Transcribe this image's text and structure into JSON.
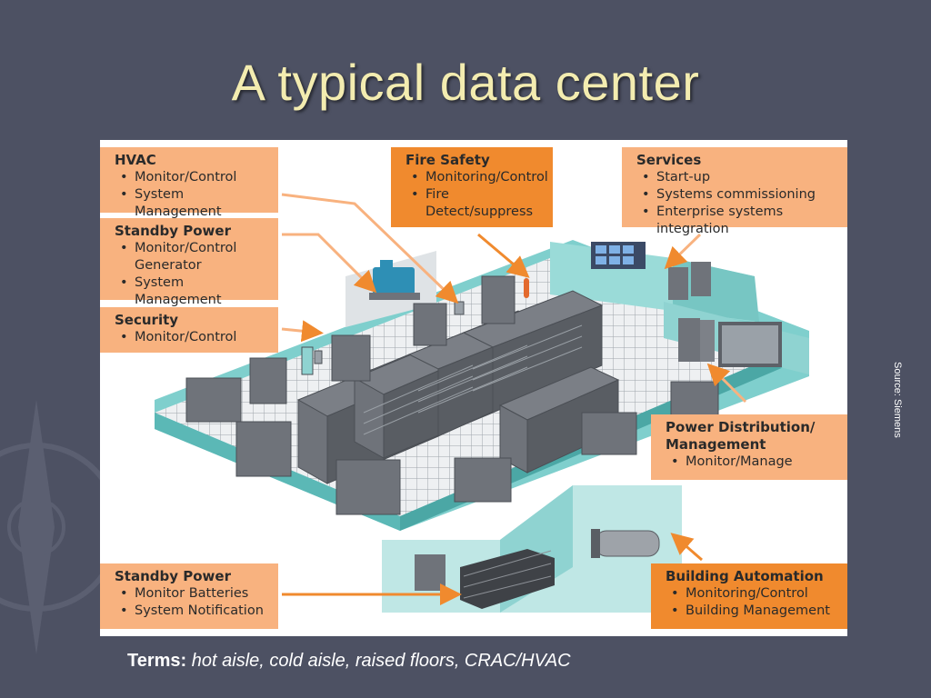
{
  "slide": {
    "title": "A typical data center",
    "source_label": "Source: Siemens",
    "terms_label": "Terms:",
    "terms_text": "hot aisle, cold aisle, raised floors, CRAC/HVAC"
  },
  "callouts": {
    "hvac": {
      "title": "HVAC",
      "items": [
        "Monitor/Control",
        "System Management"
      ]
    },
    "standby_power_top": {
      "title": "Standby Power",
      "items": [
        "Monitor/Control",
        "Generator",
        "System Management"
      ]
    },
    "security": {
      "title": "Security",
      "items": [
        "Monitor/Control"
      ]
    },
    "fire_safety": {
      "title": "Fire Safety",
      "items": [
        "Monitoring/Control",
        "Fire Detect/suppress"
      ]
    },
    "services": {
      "title": "Services",
      "items": [
        "Start-up",
        "Systems commissioning",
        "Enterprise systems integration"
      ]
    },
    "power_distribution": {
      "title_line1": "Power Distribution/",
      "title_line2": "Management",
      "items": [
        "Monitor/Manage"
      ]
    },
    "standby_power_bottom": {
      "title": "Standby Power",
      "items": [
        "Monitor Batteries",
        "System Notification"
      ]
    },
    "building_automation": {
      "title": "Building Automation",
      "items": [
        "Monitoring/Control",
        "Building Management"
      ]
    }
  },
  "colors": {
    "background": "#4d5163",
    "title": "#f3ecb0",
    "callout_light": "#f8b27f",
    "callout_dark": "#f08a2e",
    "arrow": "#f08a2e",
    "equipment": "#6f737a",
    "floor": "#e9ecef",
    "wall": "#8fd3d1"
  }
}
